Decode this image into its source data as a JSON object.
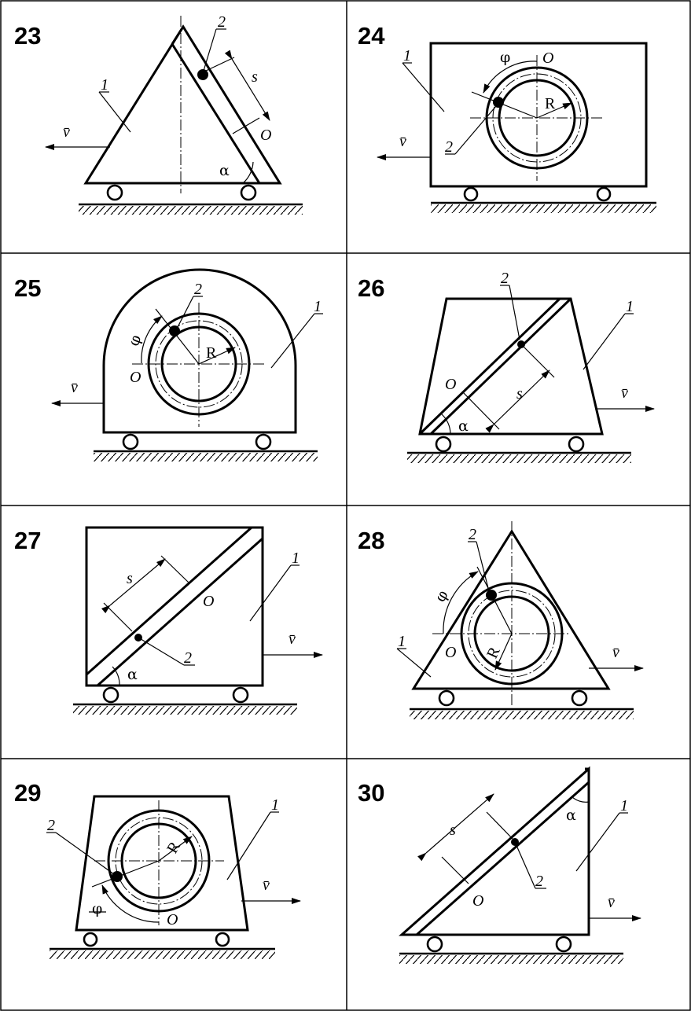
{
  "page": {
    "panels": [
      {
        "number": "23",
        "labels": {
          "body": "1",
          "point": "2",
          "velocity": "v̄",
          "origin": "O",
          "coord": "s",
          "angle": "α"
        }
      },
      {
        "number": "24",
        "labels": {
          "body": "1",
          "point": "2",
          "velocity": "v̄",
          "origin": "O",
          "coord": "φ",
          "radius": "R"
        }
      },
      {
        "number": "25",
        "labels": {
          "body": "1",
          "point": "2",
          "velocity": "v̄",
          "origin": "O",
          "coord": "φ",
          "radius": "R"
        }
      },
      {
        "number": "26",
        "labels": {
          "body": "1",
          "point": "2",
          "velocity": "v̄",
          "origin": "O",
          "coord": "s",
          "angle": "α"
        }
      },
      {
        "number": "27",
        "labels": {
          "body": "1",
          "point": "2",
          "velocity": "v̄",
          "origin": "O",
          "coord": "s",
          "angle": "α"
        }
      },
      {
        "number": "28",
        "labels": {
          "body": "1",
          "point": "2",
          "velocity": "v̄",
          "origin": "O",
          "coord": "φ",
          "radius": "R"
        }
      },
      {
        "number": "29",
        "labels": {
          "body": "1",
          "point": "2",
          "velocity": "v̄",
          "origin": "O",
          "coord": "φ",
          "radius": "R"
        }
      },
      {
        "number": "30",
        "labels": {
          "body": "1",
          "point": "2",
          "velocity": "v̄",
          "origin": "O",
          "coord": "s",
          "angle": "α"
        }
      }
    ]
  }
}
